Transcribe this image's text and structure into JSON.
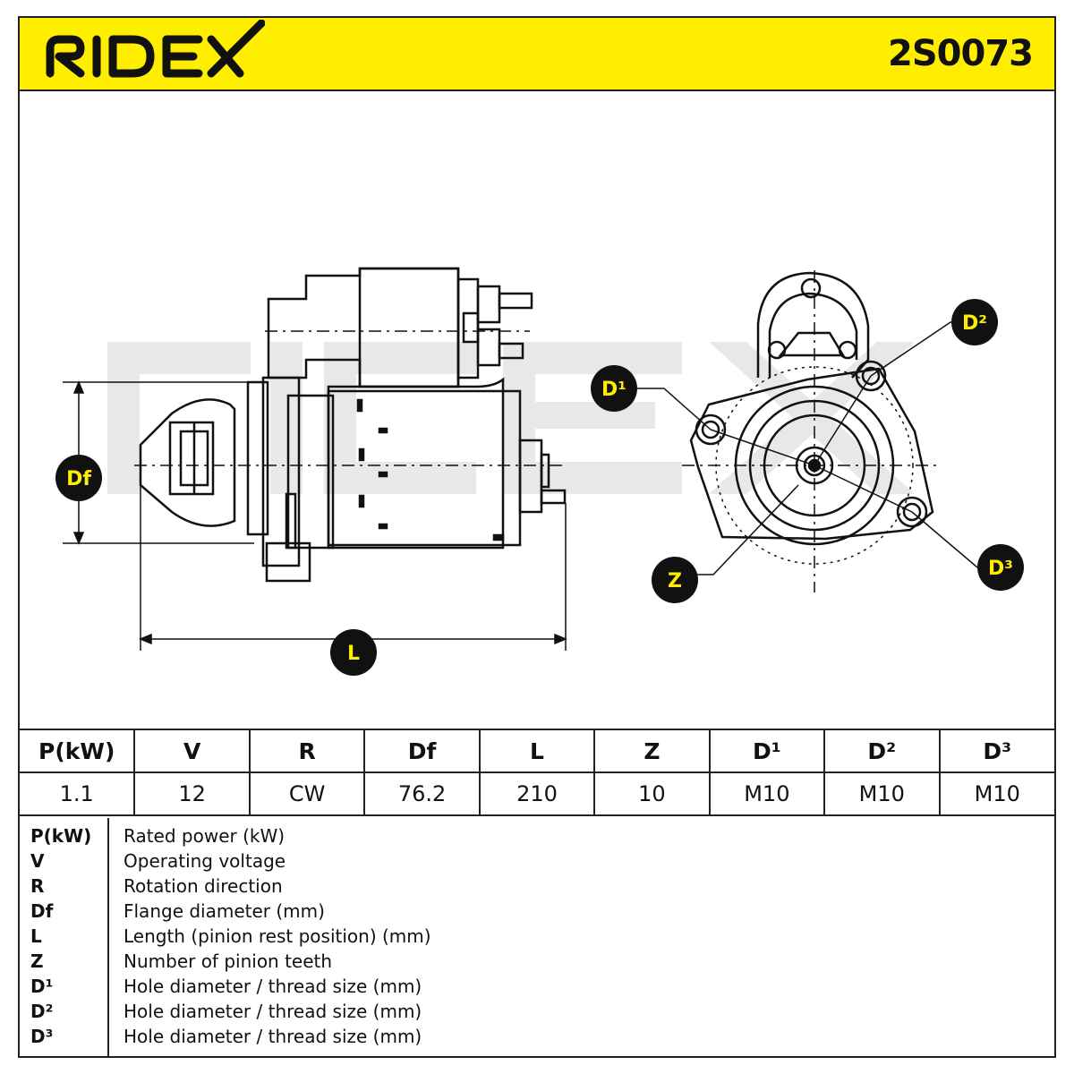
{
  "header": {
    "brand": "RIDEX",
    "part_number": "2S0073",
    "colors": {
      "accent": "#ffee00",
      "ink": "#111111"
    }
  },
  "drawing": {
    "badges": {
      "df": "Df",
      "l": "L",
      "z": "Z",
      "d1": "D¹",
      "d2": "D²",
      "d3": "D³"
    }
  },
  "specs": {
    "headers": [
      "P(kW)",
      "V",
      "R",
      "Df",
      "L",
      "Z",
      "D¹",
      "D²",
      "D³"
    ],
    "values": [
      "1.1",
      "12",
      "CW",
      "76.2",
      "210",
      "10",
      "M10",
      "M10",
      "M10"
    ]
  },
  "legend": [
    {
      "key": "P(kW)",
      "desc": "Rated power (kW)"
    },
    {
      "key": "V",
      "desc": "Operating voltage"
    },
    {
      "key": "R",
      "desc": "Rotation direction"
    },
    {
      "key": "Df",
      "desc": "Flange diameter (mm)"
    },
    {
      "key": "L",
      "desc": "Length (pinion rest position) (mm)"
    },
    {
      "key": "Z",
      "desc": "Number of pinion teeth"
    },
    {
      "key": "D¹",
      "desc": "Hole diameter / thread size (mm)"
    },
    {
      "key": "D²",
      "desc": "Hole diameter / thread size (mm)"
    },
    {
      "key": "D³",
      "desc": "Hole diameter / thread size (mm)"
    }
  ]
}
